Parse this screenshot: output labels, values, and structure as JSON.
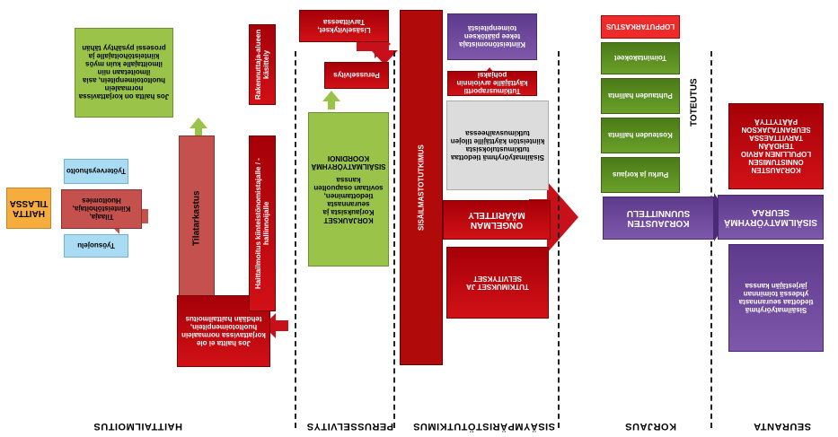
{
  "phases": {
    "haittailmoitus": "HAITTAILMOITUS",
    "perusselvitys": "PERUSSELVITYS",
    "sisaymparisto": "SISÄYMPÄRISTÖTUTKIMUS",
    "korjaus": "KORJAUS",
    "seuranta": "SEURANTA"
  },
  "intake": {
    "haitta_tilassa": "HAITTA TILASSA",
    "tyosuojelu": "Työsuojelu",
    "tyoterveyshuolto": "Työterveyshuolto",
    "tilaaja": "Tilaaja, Kiinteistöhoitaja, Huoltomies",
    "tilatarkastus": "Tilatarkastus"
  },
  "outcomes": {
    "no_fault": "Jos haitta ei ole korjattavissa normaalein huoltotoimenpitein, tehdään haittailmoitus",
    "fault_fixable": "Jos haitta on korjattavissa normaalein huoltotoimenpitein, asia ilmoitetaan niin ilmoittajalle kuin myös kiinteistöhoitajalle ja prosessi pysähtyy tähän",
    "fault_report": "Haittailmoitus kiinteistönomistajalle / -hallinnoijalle",
    "rakennuttaja": "Rakennuttaja-alueen käsittely"
  },
  "perusselvitys": {
    "perusselvitys": "Perusselvitys",
    "lisaselvitykset": "Lisäselvitykset, Tarvittaessa",
    "korjaukset": "KORJAUKSET Korjauksista ja seurannasta tiedottaminen, sovitaan osapuolten kanssa",
    "koordinointi": "SISÄILMATYÖRYHMÄ KOORDINOI"
  },
  "tutkimus": {
    "sisailmastotutkimus": "SISÄILMASTOTUTKIMUS",
    "ongelman_maarittely": "ONGELMAN MÄÄRITTELY",
    "tutkimukset": "TUTKIMUKSET JA SELVITYKSET",
    "tiedottaminen": "Sisäilmatyöryhmä tiedottaa tutkimustuloksista kiinteistön käyttäjille tilojen tutkimusvaiheessa",
    "raportti": "Tutkimusraportti käyttäjälle arvioinnin pohjaksi",
    "paatokset": "Kiinteistönomistaja tekee päätöksen toimenpiteistä"
  },
  "korjaus": {
    "toteutus": "TOTEUTUS",
    "suunnittelu": "KORJAUSTEN SUUNNITTELU",
    "steps": [
      "Purku ja korjaus",
      "Kosteuden hallinta",
      "Puhtauden hallinta",
      "Toimintakokeet",
      "LOPPUTARKASTUS"
    ]
  },
  "seuranta": {
    "ryhma": "SISÄILMATYÖRYHMÄ SEURAA",
    "arvio": "KORJAUSTEN ONNISTUMISEN LOPULLINEN ARVIO TEHDÄÄN TARVITTAESSA SEURANTAJAKSON PÄÄTYTTYÄ",
    "tiedottaa": "Sisäilmatyöryhmä tiedottaa seurannasta yhdessä toiminnan järjestäjän kanssa"
  },
  "colors": {
    "red": "#c8101a",
    "rose": "#c4514d",
    "green": "#9ac34a",
    "blue": "#a9dcf3",
    "orange": "#f7ad3e",
    "purple": "#6b4799",
    "grey": "#dcdcdc"
  }
}
